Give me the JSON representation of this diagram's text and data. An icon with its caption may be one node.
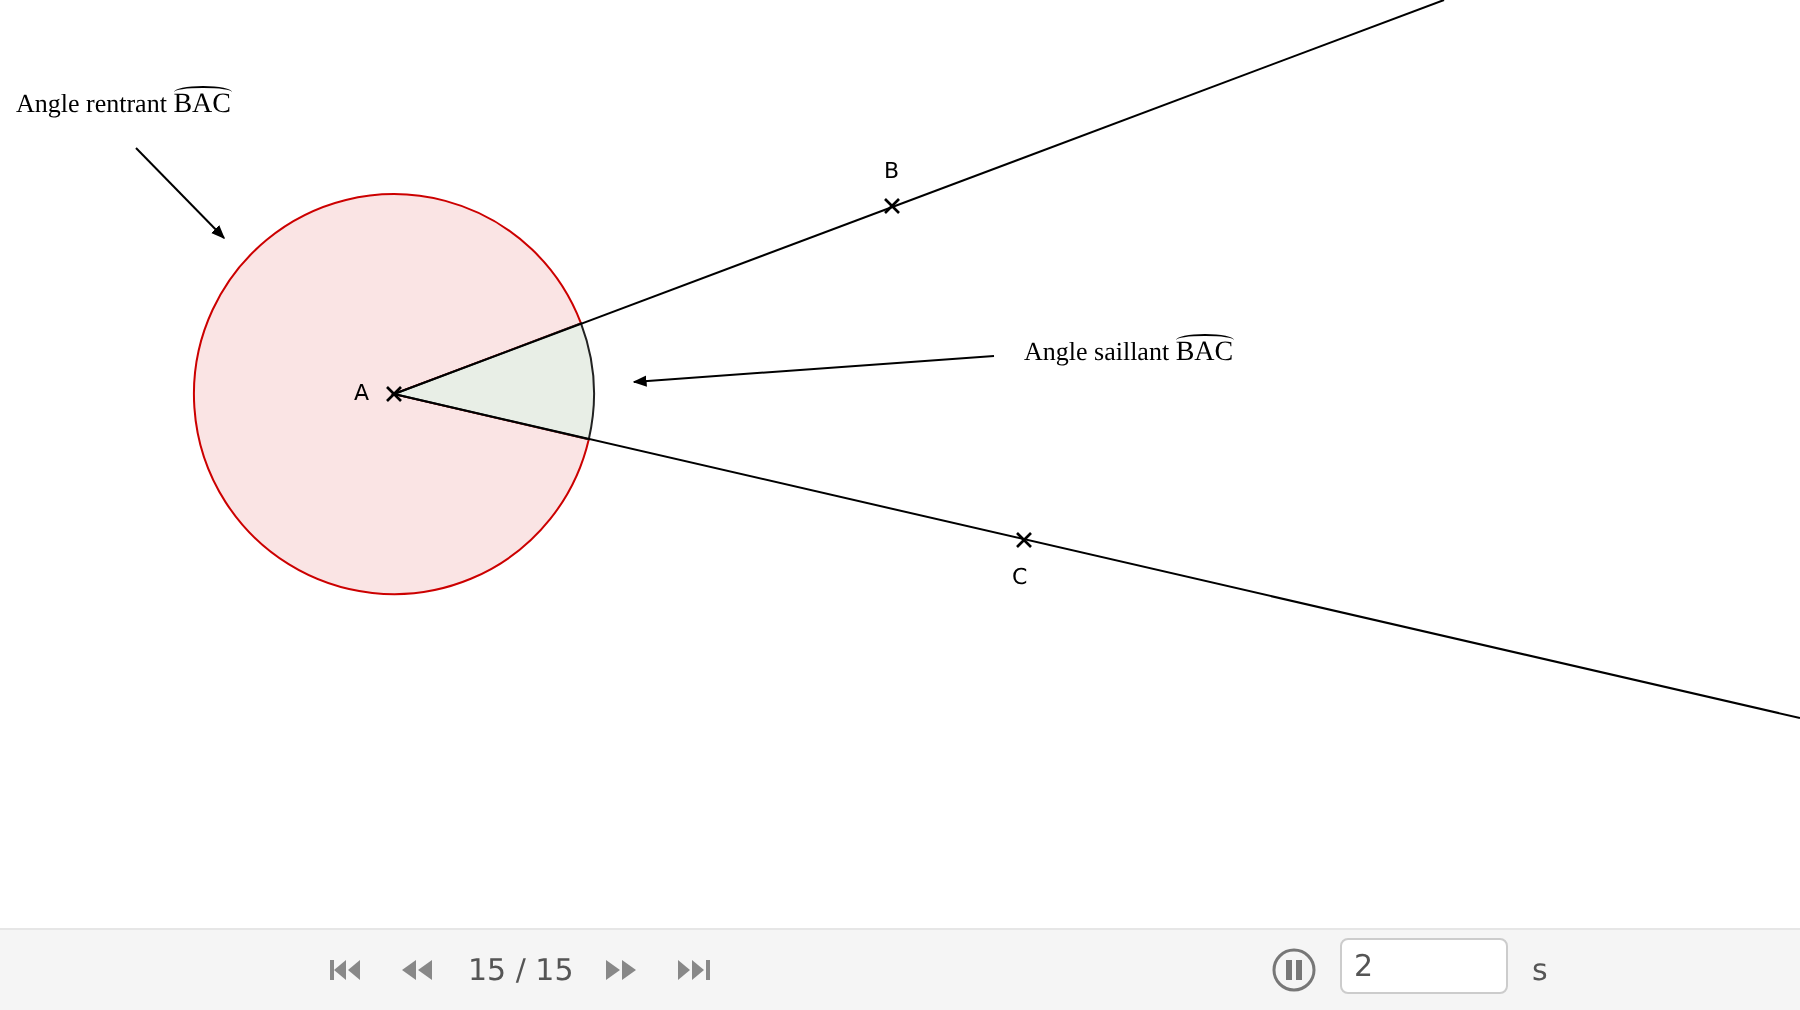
{
  "diagram": {
    "nodes": [
      {
        "text": [
          "Angle rentrant BAC"
        ]
      },
      {
        "text": [],
        "shape": "circle"
      },
      {
        "text": [
          "Angle saillant BAC"
        ]
      },
      {
        "text": [],
        "shape": "wedge"
      }
    ],
    "edges": [
      {
        "from": 0,
        "to": 1,
        "arrow": "to"
      },
      {
        "from": 2,
        "to": 3,
        "arrow": "to"
      }
    ],
    "labels": [
      "B",
      "A",
      "C",
      "15 / 15",
      "2",
      "s"
    ]
  }
}
